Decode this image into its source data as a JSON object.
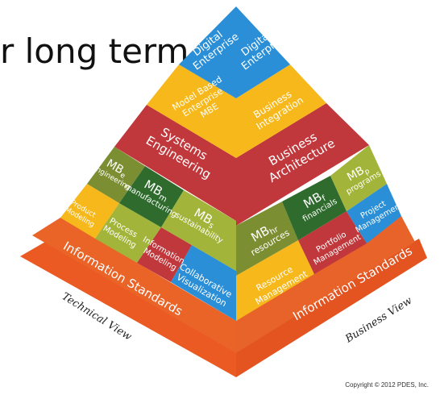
{
  "headline": "r long term",
  "colors": {
    "blue": "#2a8fd6",
    "yellow": "#f6b81a",
    "red": "#c0383c",
    "olive": "#7c8e32",
    "green": "#2e6b2c",
    "lime": "#a2b43a",
    "orange": "#e8632a",
    "base": "#ea5a22"
  },
  "pyramid": {
    "left_face": {
      "digital": [
        "Digital",
        "Enterprise"
      ],
      "mbe": [
        "Model Based",
        "Enterprise",
        "MBE"
      ],
      "systems": [
        "Systems",
        "Engineering"
      ],
      "mbe_eng": {
        "main": "MB",
        "sub": "e",
        "caption": "engineering"
      },
      "mbm": {
        "main": "MB",
        "sub": "m",
        "caption": "manufacturing"
      },
      "mbs": {
        "main": "MB",
        "sub": "s",
        "caption": "sustainability"
      },
      "product": [
        "Product",
        "Modeling"
      ],
      "process": [
        "Process",
        "Modeling"
      ],
      "information_modeling": [
        "Information",
        "Modeling"
      ],
      "collab": [
        "Collaborative",
        "Visualization"
      ],
      "standards": "Information Standards"
    },
    "right_face": {
      "digital": [
        "Digital",
        "Enterprise"
      ],
      "integration": [
        "Business",
        "Integration"
      ],
      "architecture": [
        "Business",
        "Architecture"
      ],
      "mbp": {
        "main": "MB",
        "sub": "p",
        "caption": "programs"
      },
      "mbf": {
        "main": "MB",
        "sub": "f",
        "caption": "financials"
      },
      "mbhr": {
        "main": "MB",
        "sub": "hr",
        "caption": "resources"
      },
      "project": [
        "Project",
        "Management"
      ],
      "portfolio": [
        "Portfolio",
        "Management"
      ],
      "resource": [
        "Resource",
        "Management"
      ],
      "standards": "Information Standards"
    },
    "left_caption": "Technical View",
    "right_caption": "Business View"
  },
  "copyright": "Copyright © 2012 PDES, Inc."
}
